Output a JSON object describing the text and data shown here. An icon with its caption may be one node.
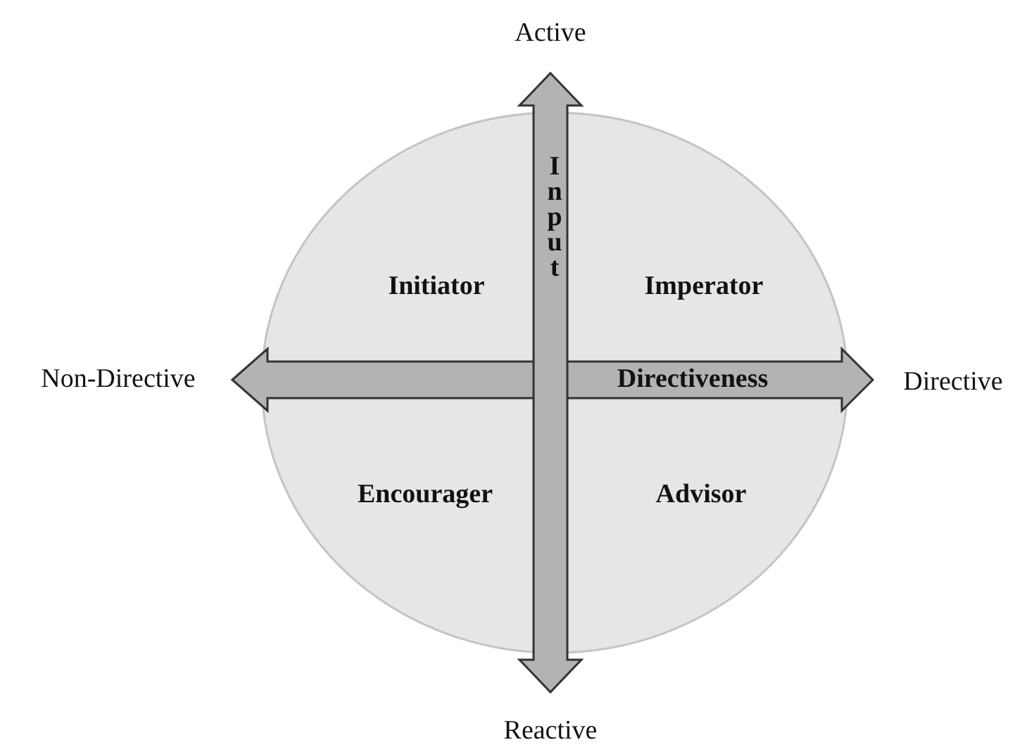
{
  "diagram": {
    "labels": [
      "Active",
      "Input",
      "Initiator",
      "Imperator",
      "Non-Directive",
      "Directiveness",
      "Directive",
      "Encourager",
      "Advisor",
      "Reactive"
    ]
  }
}
